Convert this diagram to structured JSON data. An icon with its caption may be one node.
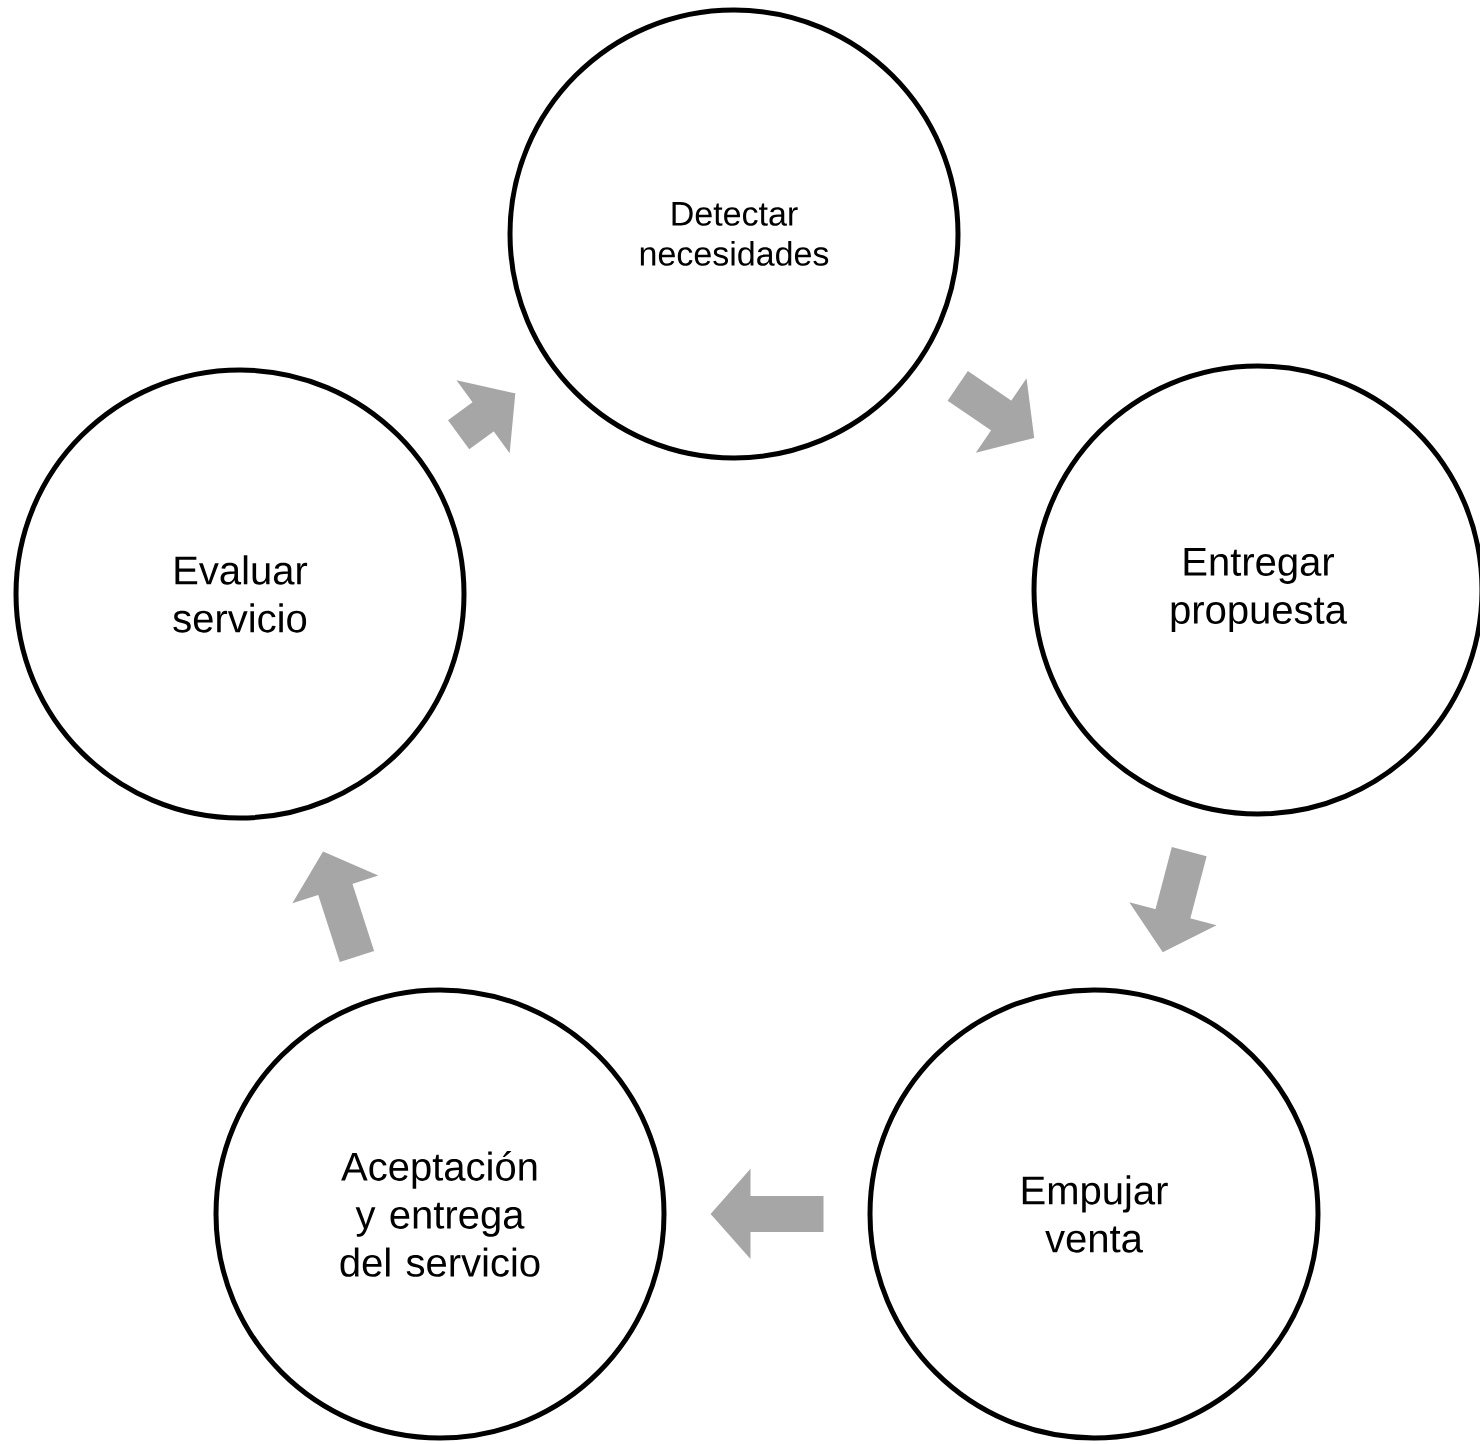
{
  "diagram": {
    "nodes": [
      {
        "text": [
          "Detectar necesidades"
        ]
      },
      {
        "text": [
          "Entregar propuesta"
        ]
      },
      {
        "text": [
          "Empujar venta"
        ]
      },
      {
        "text": [
          "Aceptación y entrega del servicio"
        ]
      },
      {
        "text": [
          "Evaluar servicio"
        ]
      }
    ],
    "edges": [
      {
        "from": 0,
        "to": 1,
        "arrow": "to"
      },
      {
        "from": 1,
        "to": 2,
        "arrow": "to"
      },
      {
        "from": 2,
        "to": 3,
        "arrow": "to"
      },
      {
        "from": 3,
        "to": 4,
        "arrow": "to"
      },
      {
        "from": 4,
        "to": 0,
        "arrow": "to"
      }
    ]
  }
}
